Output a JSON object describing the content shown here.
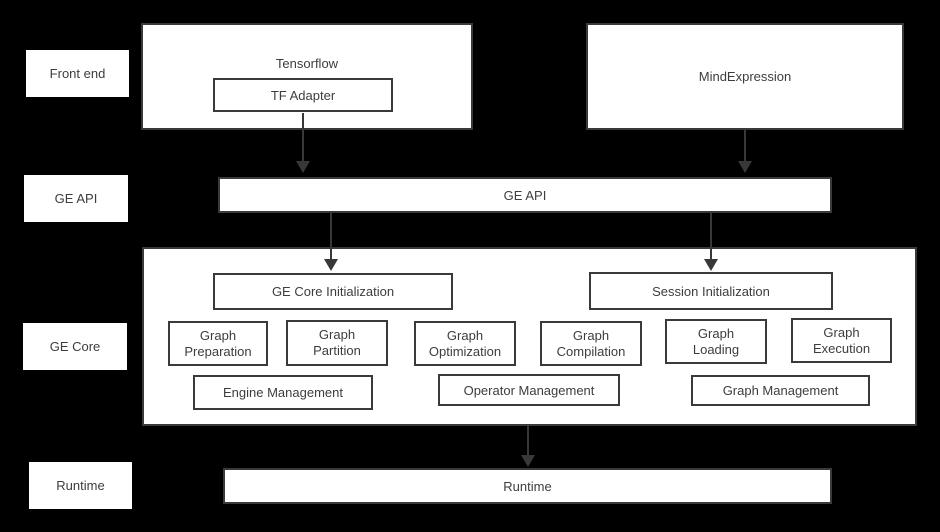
{
  "colors": {
    "background": "#000000",
    "box_fill": "#ffffff",
    "border": "#3a3a3a",
    "text": "#3d3d3d",
    "arrow": "#383838"
  },
  "side_labels": [
    {
      "label": "Front end"
    },
    {
      "label": "GE API"
    },
    {
      "label": "GE Core"
    },
    {
      "label": "Runtime"
    }
  ],
  "front_end": {
    "tensorflow": {
      "title": "Tensorflow",
      "adapter": "TF Adapter"
    },
    "mindexpression": {
      "title": "MindExpression"
    }
  },
  "ge_api_bar": {
    "label": "GE API"
  },
  "ge_core": {
    "init_boxes": [
      {
        "label": "GE Core Initialization"
      },
      {
        "label": "Session Initialization"
      }
    ],
    "stage_boxes": [
      {
        "line1": "Graph",
        "line2": "Preparation"
      },
      {
        "line1": "Graph",
        "line2": "Partition"
      },
      {
        "line1": "Graph",
        "line2": "Optimization"
      },
      {
        "line1": "Graph",
        "line2": "Compilation"
      },
      {
        "line1": "Graph",
        "line2": "Loading"
      },
      {
        "line1": "Graph",
        "line2": "Execution"
      }
    ],
    "management_boxes": [
      {
        "label": "Engine Management"
      },
      {
        "label": "Operator Management"
      },
      {
        "label": "Graph Management"
      }
    ]
  },
  "runtime_bar": {
    "label": "Runtime"
  }
}
